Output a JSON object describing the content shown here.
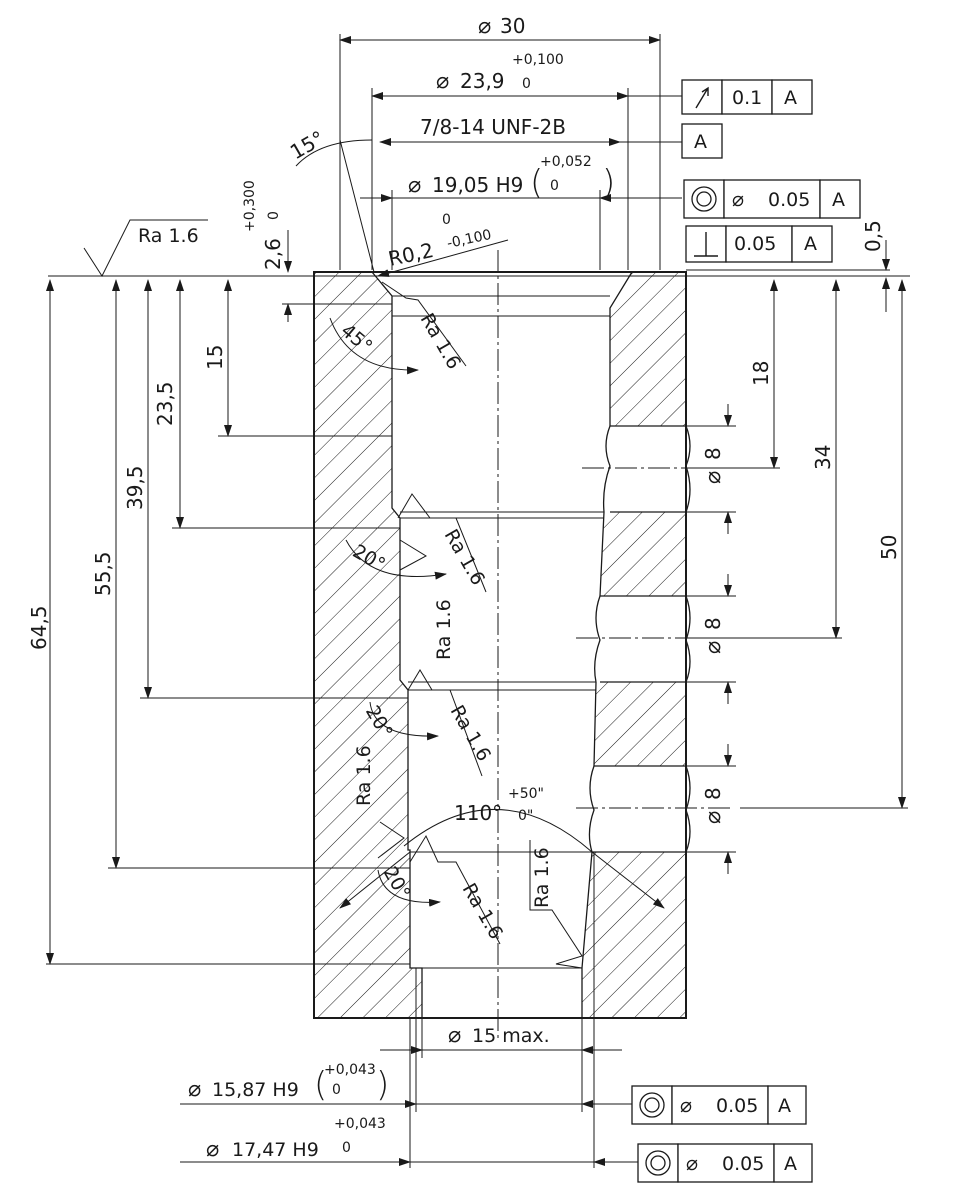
{
  "dimensions": {
    "dia_30": "30",
    "dia_23_9": "23,9",
    "dia_23_9_tol_up": "+0,100",
    "dia_23_9_tol_low": "0",
    "thread": "7/8-14 UNF-2B",
    "dia_19_05": "19,05 H9",
    "dia_19_05_tol_up": "+0,052",
    "dia_19_05_tol_low": "0",
    "depth_2_6": "2,6",
    "depth_2_6_tol_up": "+0,300",
    "depth_2_6_tol_low": "0",
    "radius": "R0,2",
    "radius_tol_up": "0",
    "radius_tol_low": "-0,100",
    "angle_15": "15°",
    "angle_45": "45°",
    "angle_20a": "20°",
    "angle_20b": "20°",
    "angle_20c": "20°",
    "angle_110": "110°",
    "angle_110_tol_up": "+50\"",
    "angle_110_tol_low": "0\"",
    "d15": "15",
    "d23_5": "23,5",
    "d39_5": "39,5",
    "d55_5": "55,5",
    "d64_5": "64,5",
    "d18": "18",
    "d34": "34",
    "d50": "50",
    "d0_5": "0,5",
    "port1": "8",
    "port2": "8",
    "port3": "8",
    "dia_15_max": "15 max.",
    "dia_15_87": "15,87 H9",
    "dia_15_87_tol_up": "+0,043",
    "dia_15_87_tol_low": "0",
    "dia_17_47": "17,47 H9",
    "dia_17_47_tol_up": "+0,043",
    "dia_17_47_tol_low": "0"
  },
  "surface_finish": {
    "general": "Ra 1.6",
    "r1": "Ra 1.6",
    "r2": "Ra 1.6",
    "r3": "Ra 1.6",
    "r4": "Ra 1.6",
    "r5": "Ra 1.6",
    "r6": "Ra 1.6",
    "r7": "Ra 1.6"
  },
  "gdt": {
    "runout_value": "0.1",
    "runout_datum": "A",
    "datum_label": "A",
    "conc1_value": "0.05",
    "conc1_datum": "A",
    "perp_value": "0.05",
    "perp_datum": "A",
    "conc2_value": "0.05",
    "conc2_datum": "A",
    "conc3_value": "0.05",
    "conc3_datum": "A"
  },
  "symbols": {
    "diameter": "⌀",
    "diameter_icon": "diameter-icon",
    "runout_icon": "runout-icon",
    "concentricity_icon": "concentricity-icon",
    "perpendicularity_icon": "perpendicularity-icon",
    "surface_finish_icon": "surface-finish-icon"
  }
}
